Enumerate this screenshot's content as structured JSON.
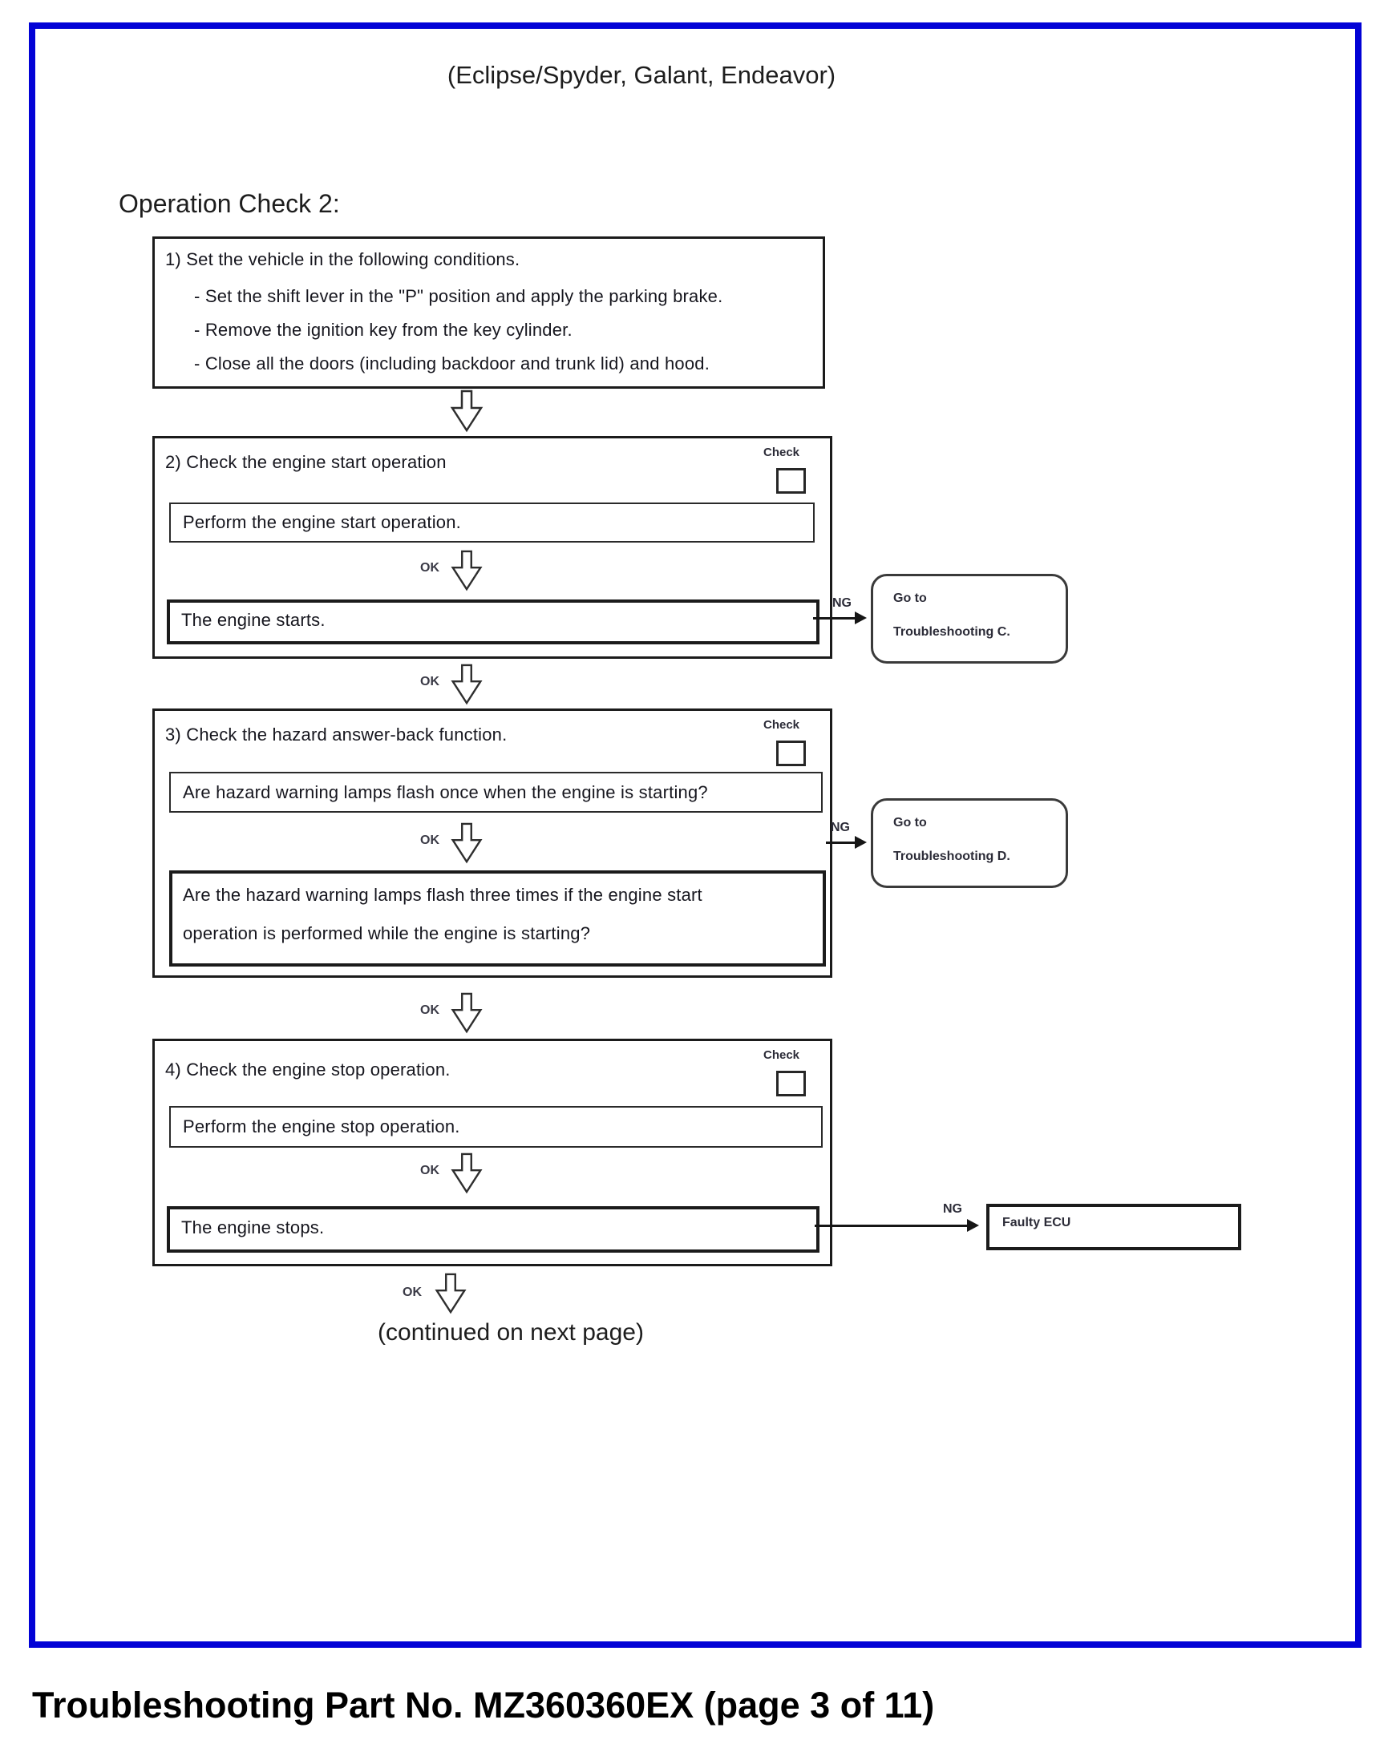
{
  "page": {
    "header_note": "(Eclipse/Spyder, Galant, Endeavor)",
    "section_heading": "Operation Check 2:",
    "continued_note": "(continued on next page)",
    "footer": "Troubleshooting Part No. MZ360360EX (page 3 of 11)"
  },
  "labels": {
    "ok": "OK",
    "ng": "NG",
    "check": "Check"
  },
  "colors": {
    "page_border": "#0202d6",
    "flow_lines": "#1b1b1b",
    "text": "#16161e"
  },
  "steps": [
    {
      "title": "1) Set the vehicle in the following conditions.",
      "bullets": [
        "- Set the shift lever in the \"P\" position and apply the parking brake.",
        "- Remove the ignition key from the key cylinder.",
        "- Close all the doors (including backdoor and trunk lid) and hood."
      ]
    },
    {
      "title": "2) Check the engine start operation",
      "action": "Perform the engine start operation.",
      "result": "The engine starts.",
      "ng_target_lines": [
        "Go to",
        "Troubleshooting C."
      ]
    },
    {
      "title": "3) Check the hazard answer-back function.",
      "action": "Are hazard warning lamps flash once when the engine is starting?",
      "result_lines": [
        "Are the hazard warning lamps flash three times if the engine start",
        "operation is performed while the engine is starting?"
      ],
      "ng_target_lines": [
        "Go to",
        "Troubleshooting D."
      ]
    },
    {
      "title": "4) Check the engine stop operation.",
      "action": "Perform the engine stop operation.",
      "result": "The engine stops.",
      "ng_target": "Faulty ECU"
    }
  ]
}
